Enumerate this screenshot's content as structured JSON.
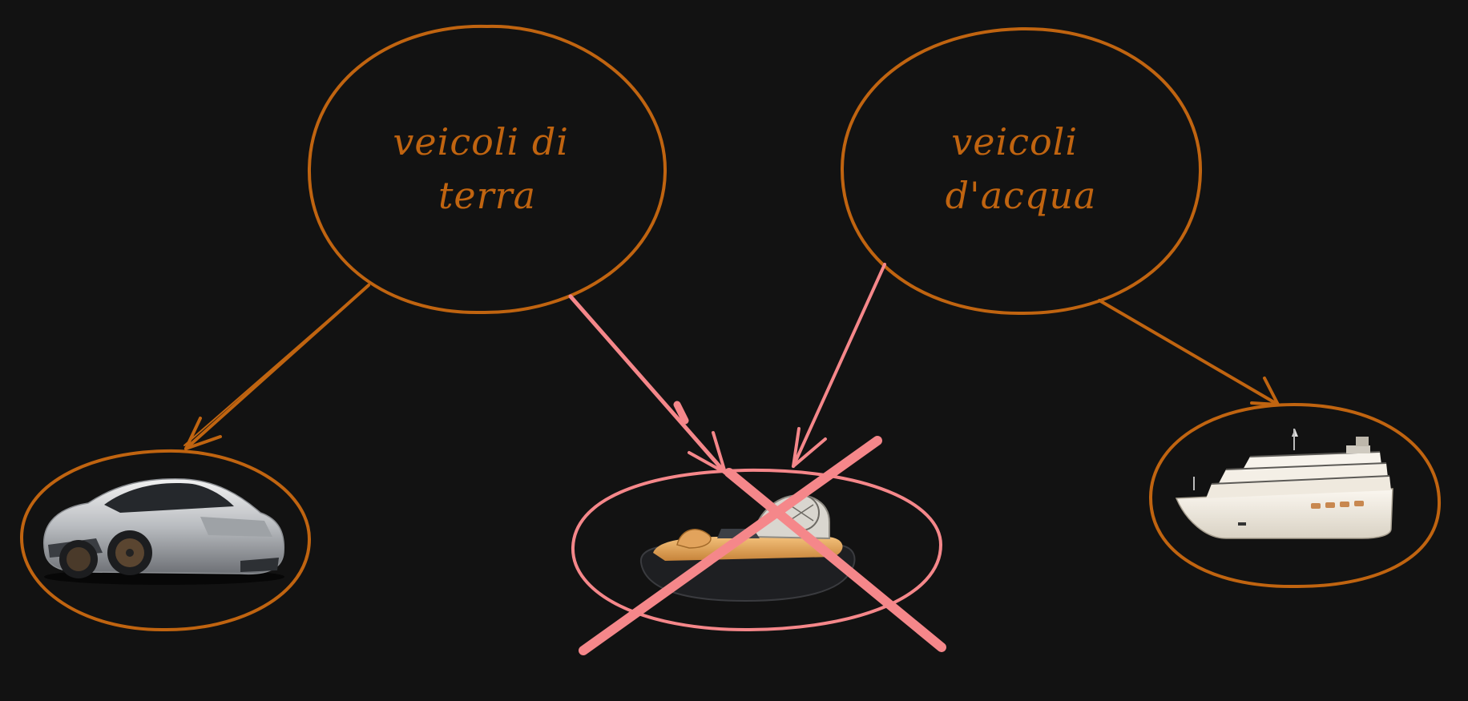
{
  "colors": {
    "background": "#121212",
    "category_stroke": "#c06410",
    "category_text": "#c06410",
    "rejected_stroke": "#f5878a"
  },
  "categories": {
    "land": {
      "line1": "veicoli di",
      "line2": "terra"
    },
    "water": {
      "line1": "veicoli",
      "line2": "d'acqua"
    }
  },
  "examples": {
    "car": {
      "icon": "sports-car-icon",
      "category": "land",
      "valid": true
    },
    "hovercraft": {
      "icon": "hovercraft-icon",
      "category": "land and water",
      "valid": false
    },
    "ship": {
      "icon": "cruise-ship-icon",
      "category": "water",
      "valid": true
    }
  }
}
